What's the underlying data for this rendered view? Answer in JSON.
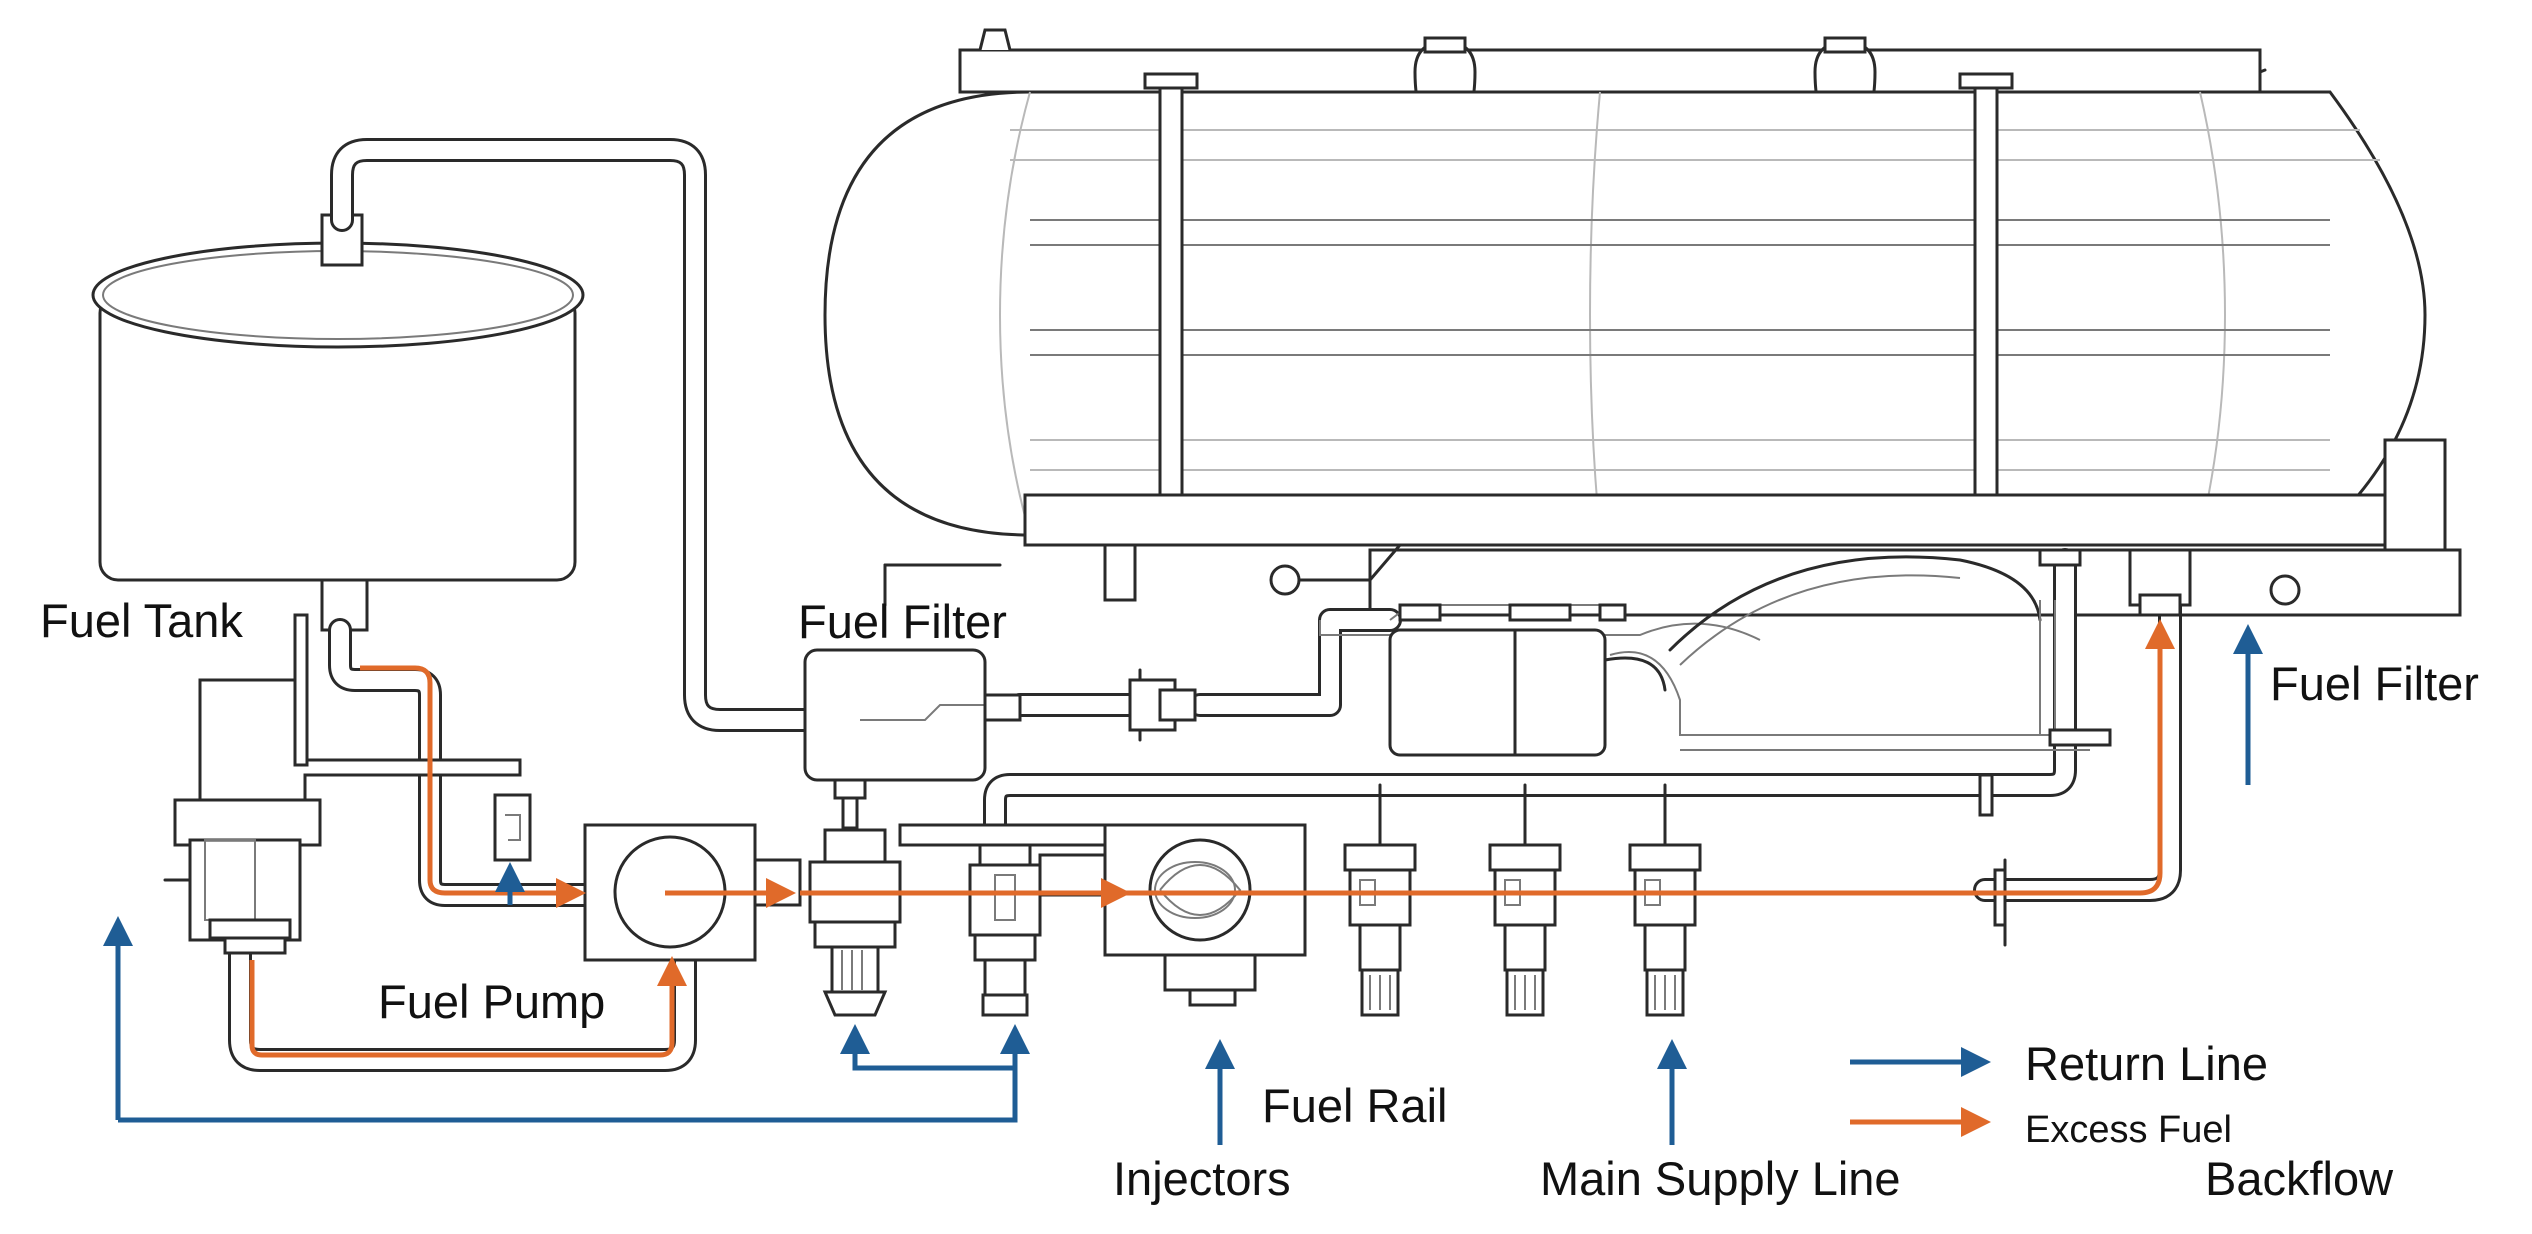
{
  "labels": {
    "fuel_tank": "Fuel Tank",
    "fuel_filter_top": "Fuel Filter",
    "fuel_filter_right": "Fuel Filter",
    "fuel_pump": "Fuel Pump",
    "fuel_rail": "Fuel Rail",
    "injectors": "Injectors",
    "main_supply_line": "Main Supply Line"
  },
  "legend": {
    "return_line": "Return Line",
    "excess_fuel": "Excess Fuel",
    "backflow": "Backflow"
  },
  "colors": {
    "return_line": "#1f5d95",
    "excess_fuel": "#e06a2a",
    "outline": "#2a2a2a"
  }
}
